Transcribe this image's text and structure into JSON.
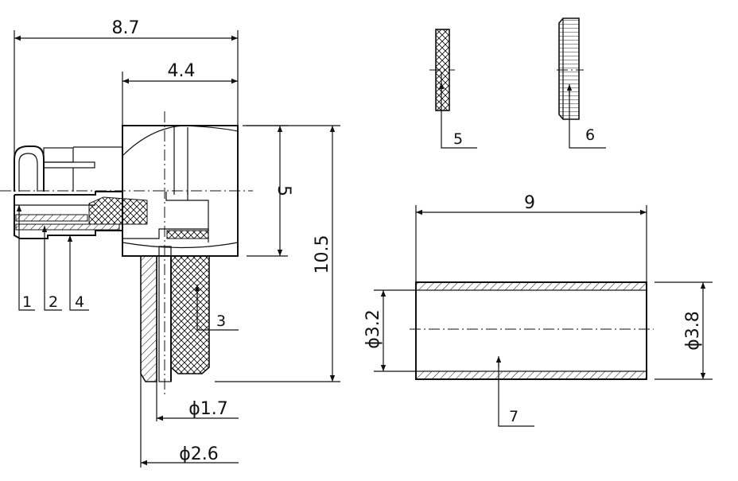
{
  "dimensions": {
    "overall_width": "8.7",
    "head_width": "4.4",
    "head_height": "5",
    "overall_height": "10.5",
    "pin_diameter": "ϕ1.7",
    "body_diameter": "ϕ2.6",
    "sleeve_length": "9",
    "sleeve_inner_diameter": "ϕ3.2",
    "sleeve_outer_diameter": "ϕ3.8"
  },
  "callouts": [
    "1",
    "2",
    "3",
    "4",
    "5",
    "6",
    "7"
  ]
}
